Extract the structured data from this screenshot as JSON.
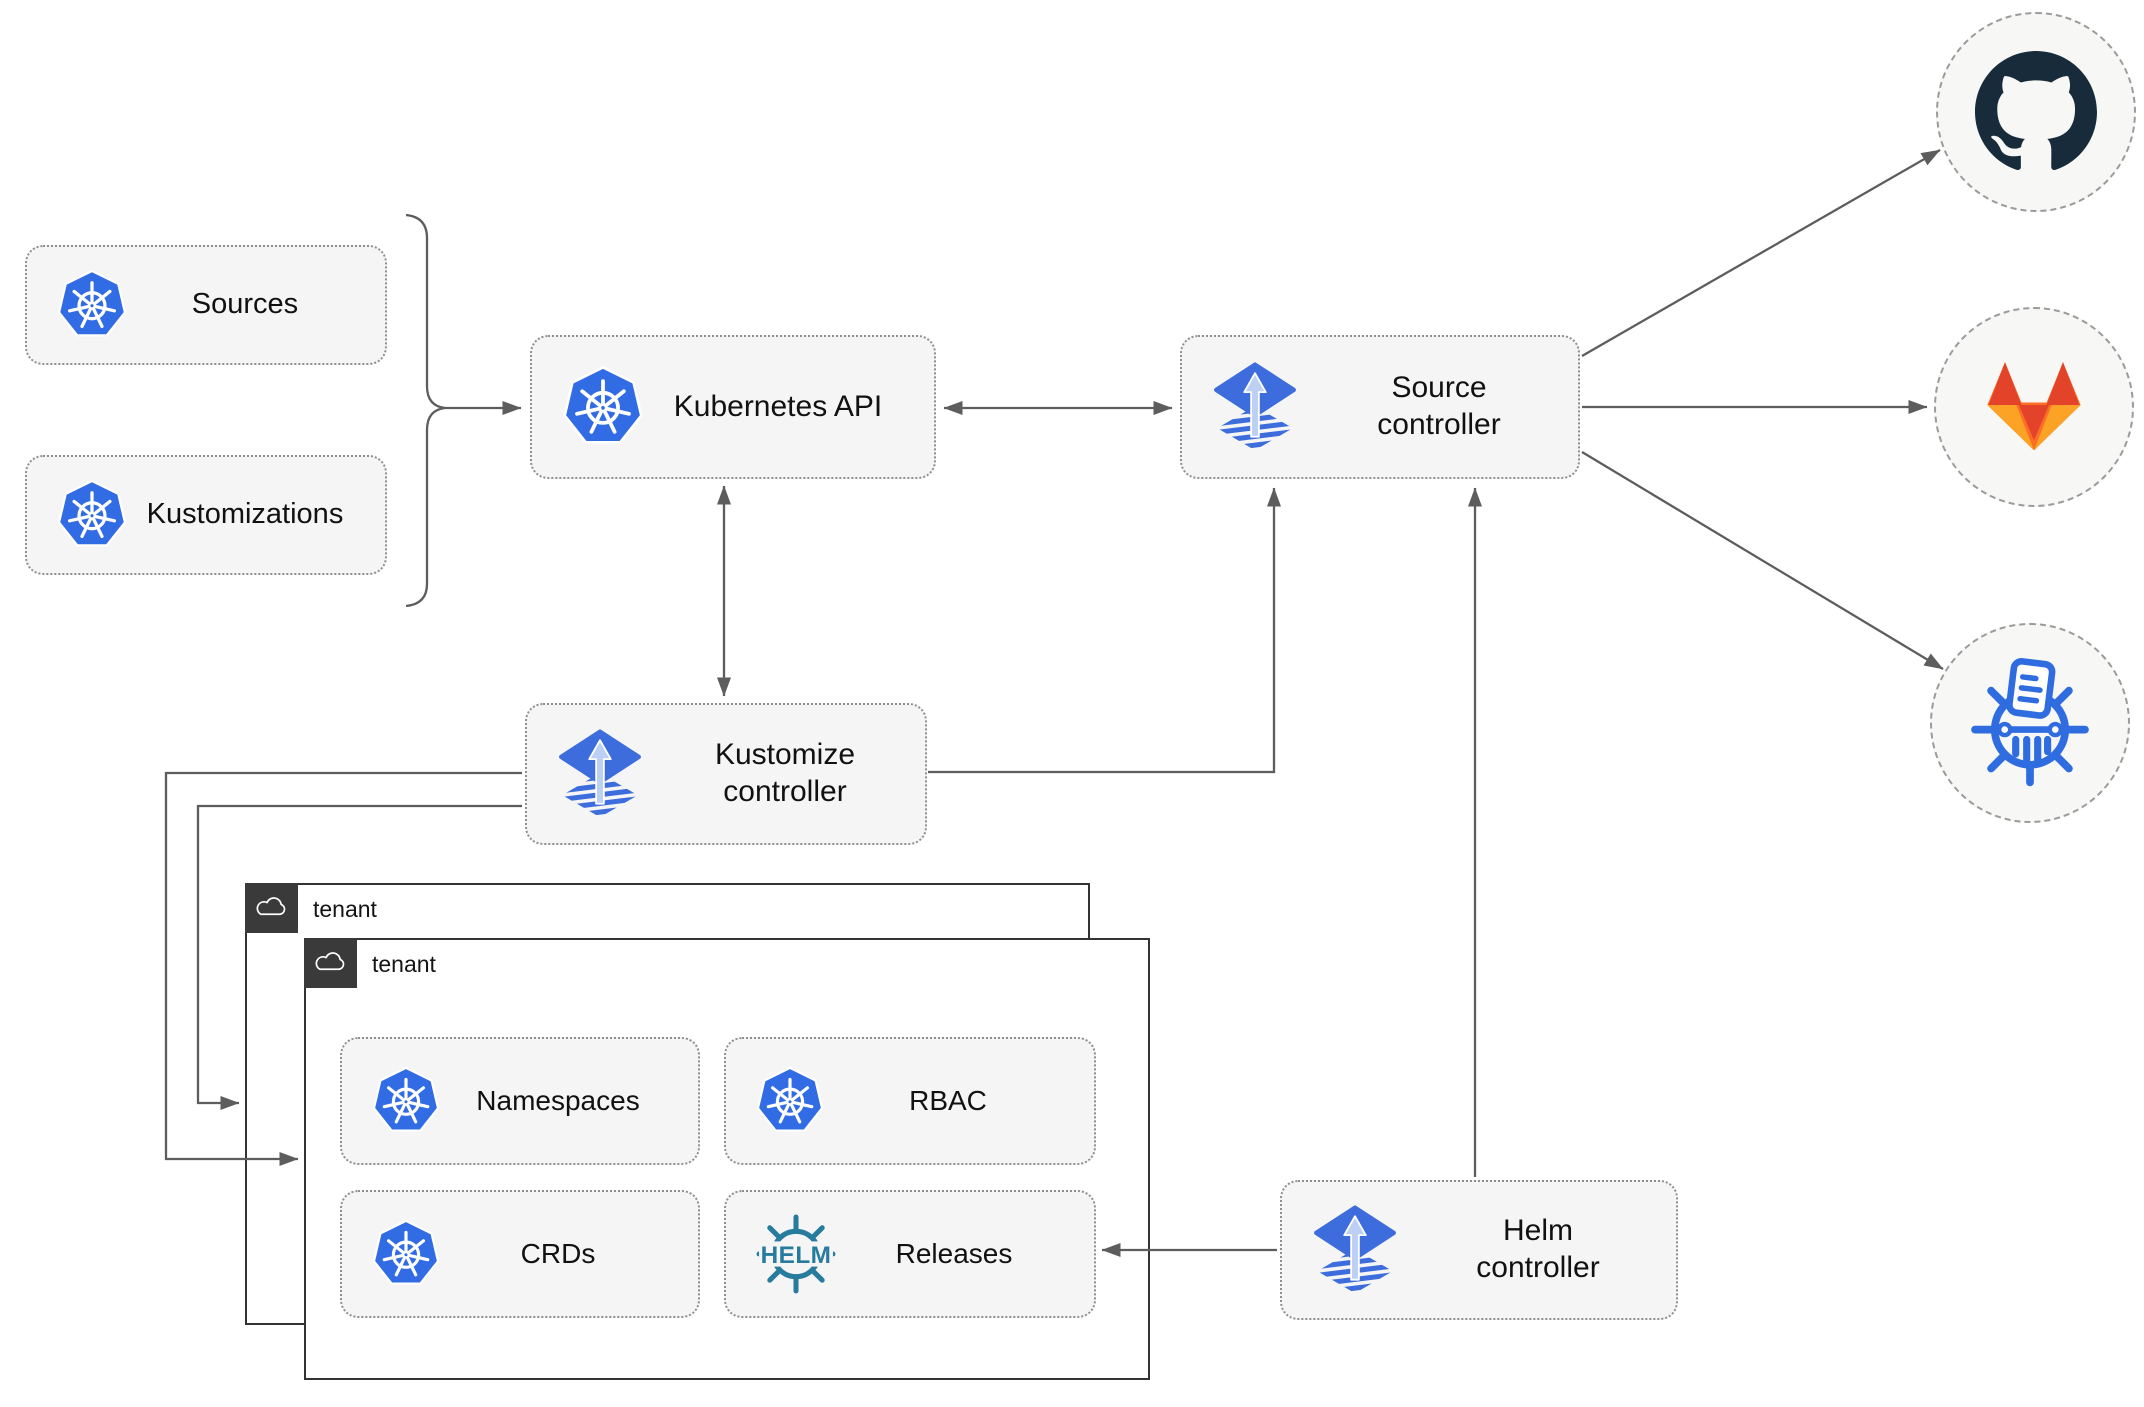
{
  "diagram": {
    "nodes": {
      "sources": {
        "label": "Sources",
        "icon": "kubernetes-icon"
      },
      "kustomizations": {
        "label": "Kustomizations",
        "icon": "kubernetes-icon"
      },
      "kubernetes_api": {
        "label": "Kubernetes API",
        "icon": "kubernetes-icon"
      },
      "source_controller": {
        "label": "Source controller",
        "icon": "flux-icon"
      },
      "kustomize_controller": {
        "label": "Kustomize controller",
        "icon": "flux-icon"
      },
      "helm_controller": {
        "label": "Helm controller",
        "icon": "flux-icon"
      },
      "namespaces": {
        "label": "Namespaces",
        "icon": "kubernetes-icon"
      },
      "rbac": {
        "label": "RBAC",
        "icon": "kubernetes-icon"
      },
      "crds": {
        "label": "CRDs",
        "icon": "kubernetes-icon"
      },
      "releases": {
        "label": "Releases",
        "icon": "helm-icon"
      }
    },
    "tenants": {
      "back": {
        "label": "tenant",
        "icon": "cloud-icon"
      },
      "front": {
        "label": "tenant",
        "icon": "cloud-icon"
      }
    },
    "remotes": {
      "github": {
        "icon": "github-icon"
      },
      "gitlab": {
        "icon": "gitlab-icon"
      },
      "manifests": {
        "icon": "kustomize-wheel-icon"
      }
    },
    "helm_logo_text": "HELM",
    "edges": [
      {
        "from": "sources+kustomizations",
        "to": "kubernetes_api",
        "type": "brace-arrow"
      },
      {
        "from": "kubernetes_api",
        "to": "source_controller",
        "type": "bidirectional"
      },
      {
        "from": "kubernetes_api",
        "to": "kustomize_controller",
        "type": "bidirectional"
      },
      {
        "from": "kustomize_controller",
        "to": "source_controller",
        "type": "arrow"
      },
      {
        "from": "kustomize_controller",
        "to": "tenant_front",
        "type": "arrow"
      },
      {
        "from": "kustomize_controller",
        "to": "tenant_back",
        "type": "arrow"
      },
      {
        "from": "helm_controller",
        "to": "source_controller",
        "type": "arrow"
      },
      {
        "from": "helm_controller",
        "to": "releases",
        "type": "arrow"
      },
      {
        "from": "source_controller",
        "to": "github",
        "type": "arrow"
      },
      {
        "from": "source_controller",
        "to": "gitlab",
        "type": "arrow"
      },
      {
        "from": "source_controller",
        "to": "manifests",
        "type": "arrow"
      }
    ],
    "colors": {
      "kubernetes_blue": "#326ce5",
      "flux_blue": "#3d6ddc",
      "flux_arrow_light": "#bdd0f4",
      "helm_teal": "#277c9e",
      "github_dark": "#182b3a",
      "gitlab_red": "#e24329",
      "gitlab_orange": "#fc6d26",
      "gitlab_yellow": "#fca326",
      "node_fill": "#f5f5f5",
      "node_border": "#8f8f8f",
      "line_gray": "#5d5d5d",
      "tenant_border": "#333333",
      "tenant_tag_bg": "#3a3a3a"
    }
  }
}
